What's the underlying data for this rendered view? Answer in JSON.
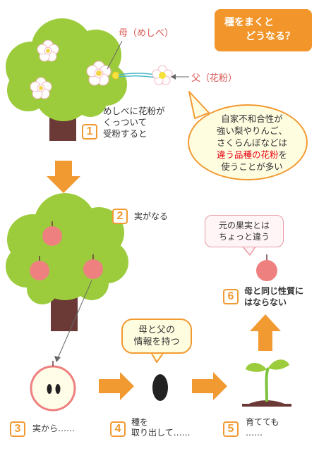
{
  "title": {
    "line1": "種をまくと",
    "line2": "どうなる？"
  },
  "labels": {
    "mother": "母（めしべ）",
    "father": "父（花粉）"
  },
  "bubble": {
    "line1": "自家不和合性が",
    "line2": "強い梨やりんご、",
    "line3": "さくらんぼなどは",
    "line4_red": "違う品種の花粉",
    "line4_rest": "を",
    "line5": "使うことが多い"
  },
  "steps": [
    {
      "num": "1",
      "text": "めしべに花粉が\nくっついて\n受粉すると"
    },
    {
      "num": "2",
      "text": "実がなる"
    },
    {
      "num": "3",
      "text": "実から……"
    },
    {
      "num": "4",
      "text": "種を\n取り出して……"
    },
    {
      "num": "5",
      "text": "育てても\n……"
    },
    {
      "num": "6",
      "text": "母と同じ性質に\nはならない"
    }
  ],
  "speech_seed": "母と父の\n情報を持つ",
  "speech_fruit": "元の果実とは\nちょっと違う",
  "colors": {
    "accent_orange": "#f29a32",
    "tree_green": "#9ccc3c",
    "trunk": "#6b3a37",
    "apple": "#ee8080",
    "red_text": "#d9534f"
  }
}
